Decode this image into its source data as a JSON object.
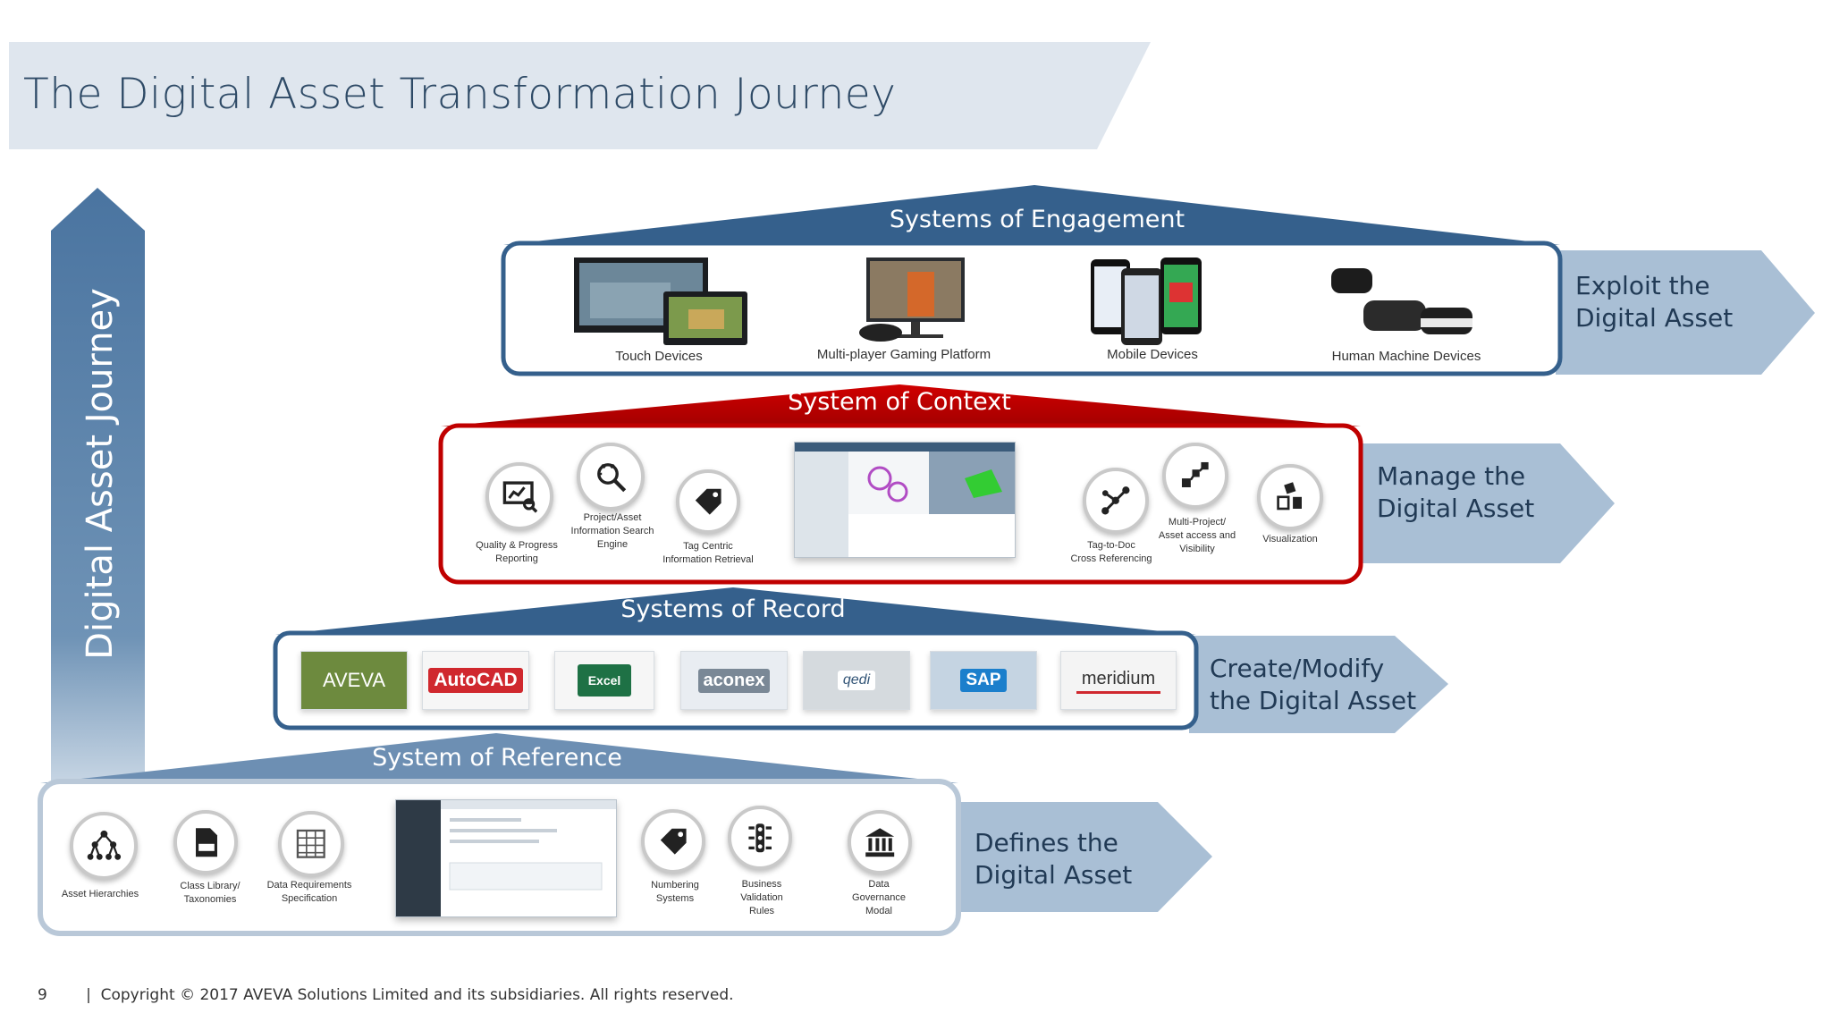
{
  "title": "The Digital Asset Transformation Journey",
  "journey_label": "Digital Asset Journey",
  "tiers": {
    "engagement": {
      "title": "Systems of Engagement",
      "arrow_lines": [
        "Exploit the",
        "Digital Asset"
      ],
      "items": [
        "Touch Devices",
        "Multi-player Gaming Platform",
        "Mobile Devices",
        "Human Machine Devices"
      ]
    },
    "context": {
      "title": "System of Context",
      "arrow_lines": [
        "Manage the",
        "Digital Asset"
      ],
      "items": [
        "Quality & Progress\nReporting",
        "Project/Asset\nInformation Search\nEngine",
        "Tag Centric\nInformation Retrieval",
        "Tag-to-Doc\nCross Referencing",
        "Multi-Project/\nAsset access and\nVisibility",
        "Visualization"
      ]
    },
    "record": {
      "title": "Systems of Record",
      "arrow_lines": [
        "Create/Modify",
        "the Digital Asset"
      ],
      "logos": [
        "AVEVA",
        "AutoCAD",
        "Excel",
        "aconex",
        "qedi",
        "SAP",
        "meridium"
      ]
    },
    "reference": {
      "title": "System of Reference",
      "arrow_lines": [
        "Defines the",
        "Digital Asset"
      ],
      "items": [
        "Asset Hierarchies",
        "Class Library/\nTaxonomies",
        "Data Requirements\nSpecification",
        "Numbering\nSystems",
        "Business\nValidation\nRules",
        "Data\nGovernance\nModal"
      ]
    }
  },
  "colors": {
    "banner": "#dfe6ee",
    "tier_blue": "#35608c",
    "context_red": "#c00000",
    "arrow_light": "#a9bfd5",
    "journey_arrow": "#4e7aa5"
  },
  "footer": {
    "page_number": "9",
    "copyright": "|  Copyright © 2017 AVEVA Solutions Limited and its subsidiaries. All rights reserved."
  }
}
